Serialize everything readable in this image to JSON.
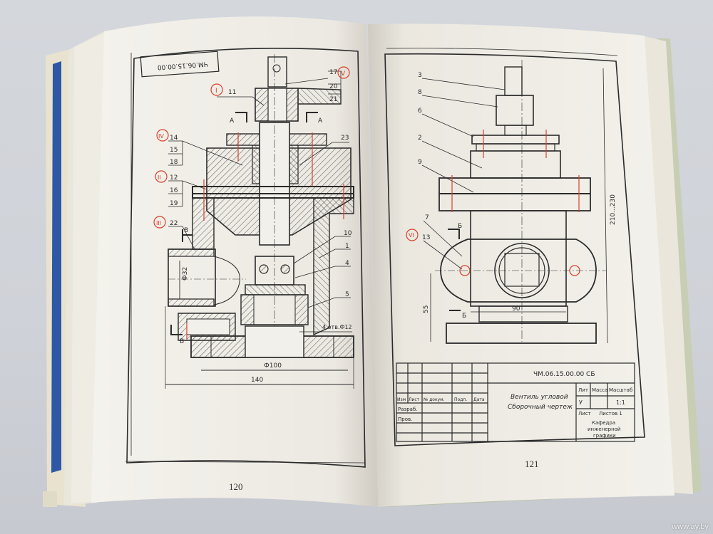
{
  "left_page": {
    "stamp_code": "ЧМ.06.15.00.00",
    "page_number": "120",
    "dims": {
      "d100": "Ф100",
      "d140": "140",
      "d32": "Ф32",
      "holes": "4 отв.Ф12"
    },
    "section_marks": {
      "a": "А",
      "b": "В"
    },
    "circle_marks": [
      "V",
      "IV",
      "I",
      "II",
      "III"
    ],
    "positions": [
      "17",
      "20",
      "21",
      "11",
      "23",
      "14",
      "15",
      "18",
      "12",
      "16",
      "19",
      "22",
      "10",
      "1",
      "4",
      "5"
    ]
  },
  "right_page": {
    "page_number": "121",
    "dims": {
      "height": "210...230",
      "width": "90",
      "h55": "55"
    },
    "section_mark": "Б",
    "positions": [
      "3",
      "8",
      "6",
      "2",
      "9",
      "7",
      "13"
    ],
    "circle_mark": "VI",
    "title_block": {
      "code": "ЧМ.06.15.00.00 СБ",
      "name_line1": "Вентиль угловой",
      "name_line2": "Сборочный чертеж",
      "col_lit": "Лит",
      "col_mass": "Масса",
      "col_scale": "Масштаб",
      "lit_value": "У",
      "scale_value": "1:1",
      "sheet": "Лист",
      "sheets": "Листов 1",
      "dept_line1": "Кафедра",
      "dept_line2": "инженерной",
      "dept_line3": "графики",
      "row_header": [
        "Изм",
        "Лист",
        "№ докум.",
        "Подп.",
        "Дата"
      ],
      "roles": [
        "Разраб.",
        "Пров."
      ]
    }
  },
  "watermark": "www.ay.by",
  "colors": {
    "paper": "#f2f0ea",
    "ink": "#2a2a2a",
    "red_mark": "#d8402a",
    "table": "#d4d7dc"
  }
}
